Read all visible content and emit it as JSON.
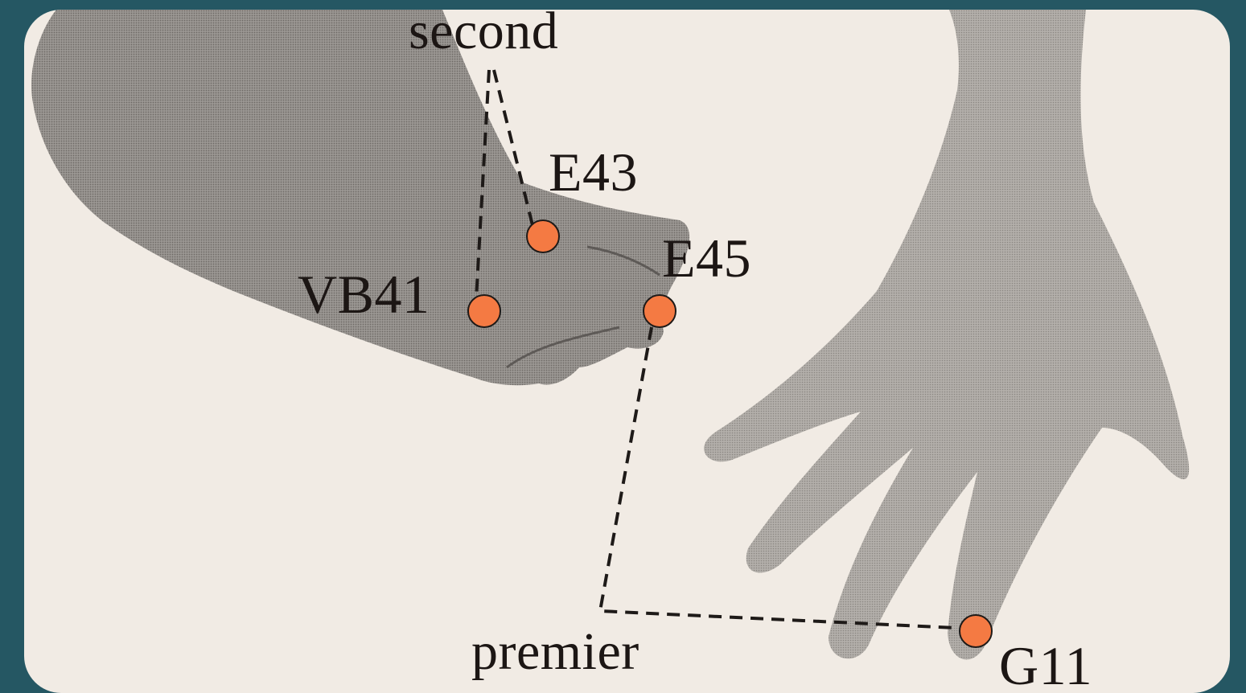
{
  "labels": {
    "second": "second",
    "premier": "premier",
    "e43": "E43",
    "e45": "E45",
    "vb41": "VB41",
    "g11": "G11"
  },
  "colors": {
    "background": "#255763",
    "paper": "#f1ebe4",
    "point": "#f47a43",
    "ink": "#1c1614"
  }
}
